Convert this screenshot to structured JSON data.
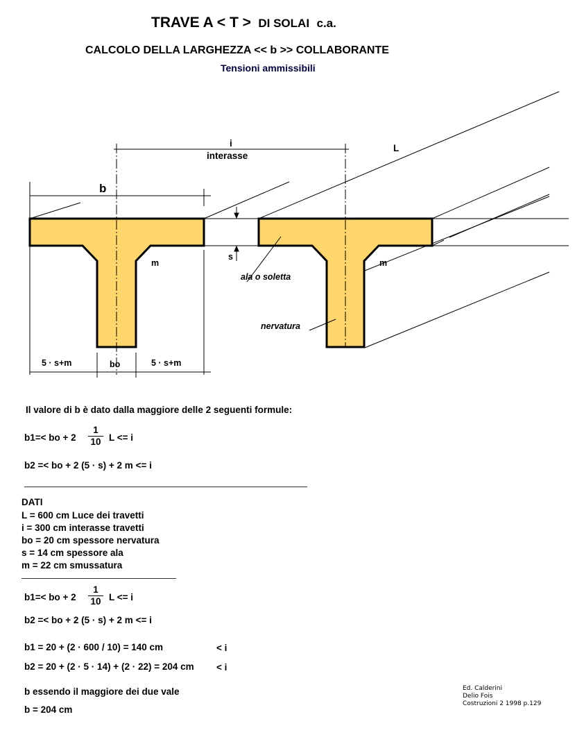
{
  "header": {
    "title_main": "TRAVE A < T >",
    "title_rest": "DI SOLAI",
    "title_suffix": "c.a.",
    "subtitle": "CALCOLO DELLA LARGHEZZA << b >>  COLLABORANTE",
    "subtitle2": "Tensioni ammissibili"
  },
  "diagram": {
    "colors": {
      "fill": "#FFD66B",
      "stroke": "#000000"
    },
    "labels": {
      "i": "i",
      "interasse": "interasse",
      "L": "L",
      "b": "b",
      "s": "s",
      "m_left": "m",
      "m_right": "m",
      "ala": "ala o soletta",
      "nervatura": "nervatura",
      "dim_left": "5 · s+m",
      "dim_center": "bo",
      "dim_right": "5 · s+m"
    }
  },
  "formulas": {
    "intro": "Il valore di b è dato dalla maggiore delle 2 seguenti formule:",
    "b1": {
      "prefix": "b1=< bo + 2",
      "num": "1",
      "den": "10",
      "suffix": "L <= i"
    },
    "b2": "b2 =< bo + 2 (5 · s) + 2 m  <= i"
  },
  "dati": {
    "heading": "DATI",
    "lines": [
      "L =  600  cm   Luce dei travetti",
      "i =  300  cm interasse travetti",
      "bo = 20  cm  spessore nervatura",
      "s = 14  cm  spessore ala",
      "m = 22  cm  smussatura"
    ]
  },
  "calc": {
    "b1": {
      "prefix": "b1=< bo + 2",
      "num": "1",
      "den": "10",
      "suffix": "L <= i"
    },
    "b2": "b2 =< bo + 2 (5 · s) + 2 m  <= i",
    "r1": "b1 = 20 + (2 · 600 / 10) =  140  cm",
    "r1_cmp": "< i",
    "r2": "b2 = 20 + (2 · 5 · 14) + (2 · 22) = 204  cm",
    "r2_cmp": "< i",
    "concl1": "b  essendo  il maggiore dei due vale",
    "concl2": "b = 204  cm"
  },
  "credits": [
    "Ed. Calderini",
    "Delio Fois",
    "Costruzioni 2 1998 p.129"
  ]
}
